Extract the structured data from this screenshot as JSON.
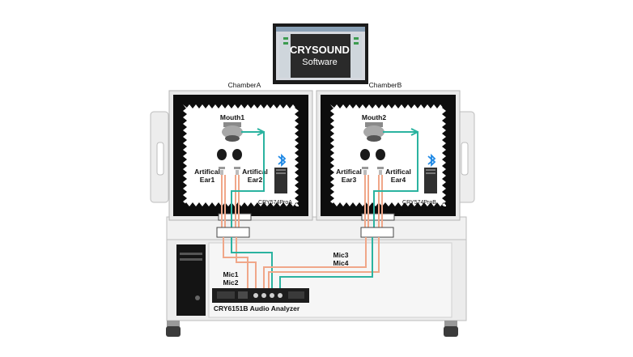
{
  "monitor": {
    "line1": "CRYSOUND",
    "line2": "Software"
  },
  "chamber_a": {
    "title": "ChamberA",
    "mouth": "Mouth1",
    "ear_left": [
      "Artifical",
      "Ear1"
    ],
    "ear_right": [
      "Artifical",
      "Ear2"
    ],
    "dongle": [
      "CRY574ProA",
      "Bluetooth Dongle"
    ]
  },
  "chamber_b": {
    "title": "ChamberB",
    "mouth": "Mouth2",
    "ear_left": [
      "Artifical",
      "Ear3"
    ],
    "ear_right": [
      "Artifical",
      "Ear4"
    ],
    "dongle": [
      "CRY574ProB",
      "Bluetooth Dongle"
    ]
  },
  "cables": {
    "mic12": [
      "Mic1",
      "Mic2"
    ],
    "mic34": [
      "Mic3",
      "Mic4"
    ]
  },
  "analyzer": {
    "label": "CRY6151B Audio Analyzer"
  },
  "colors": {
    "teal": "#2bb3a0",
    "salmon": "#f0a789",
    "bluetooth": "#1e88e5",
    "frame": "#e6e6e6"
  },
  "icons": [
    "bluetooth-icon",
    "monitor-icon",
    "pc-tower-icon",
    "wheel-icon"
  ]
}
